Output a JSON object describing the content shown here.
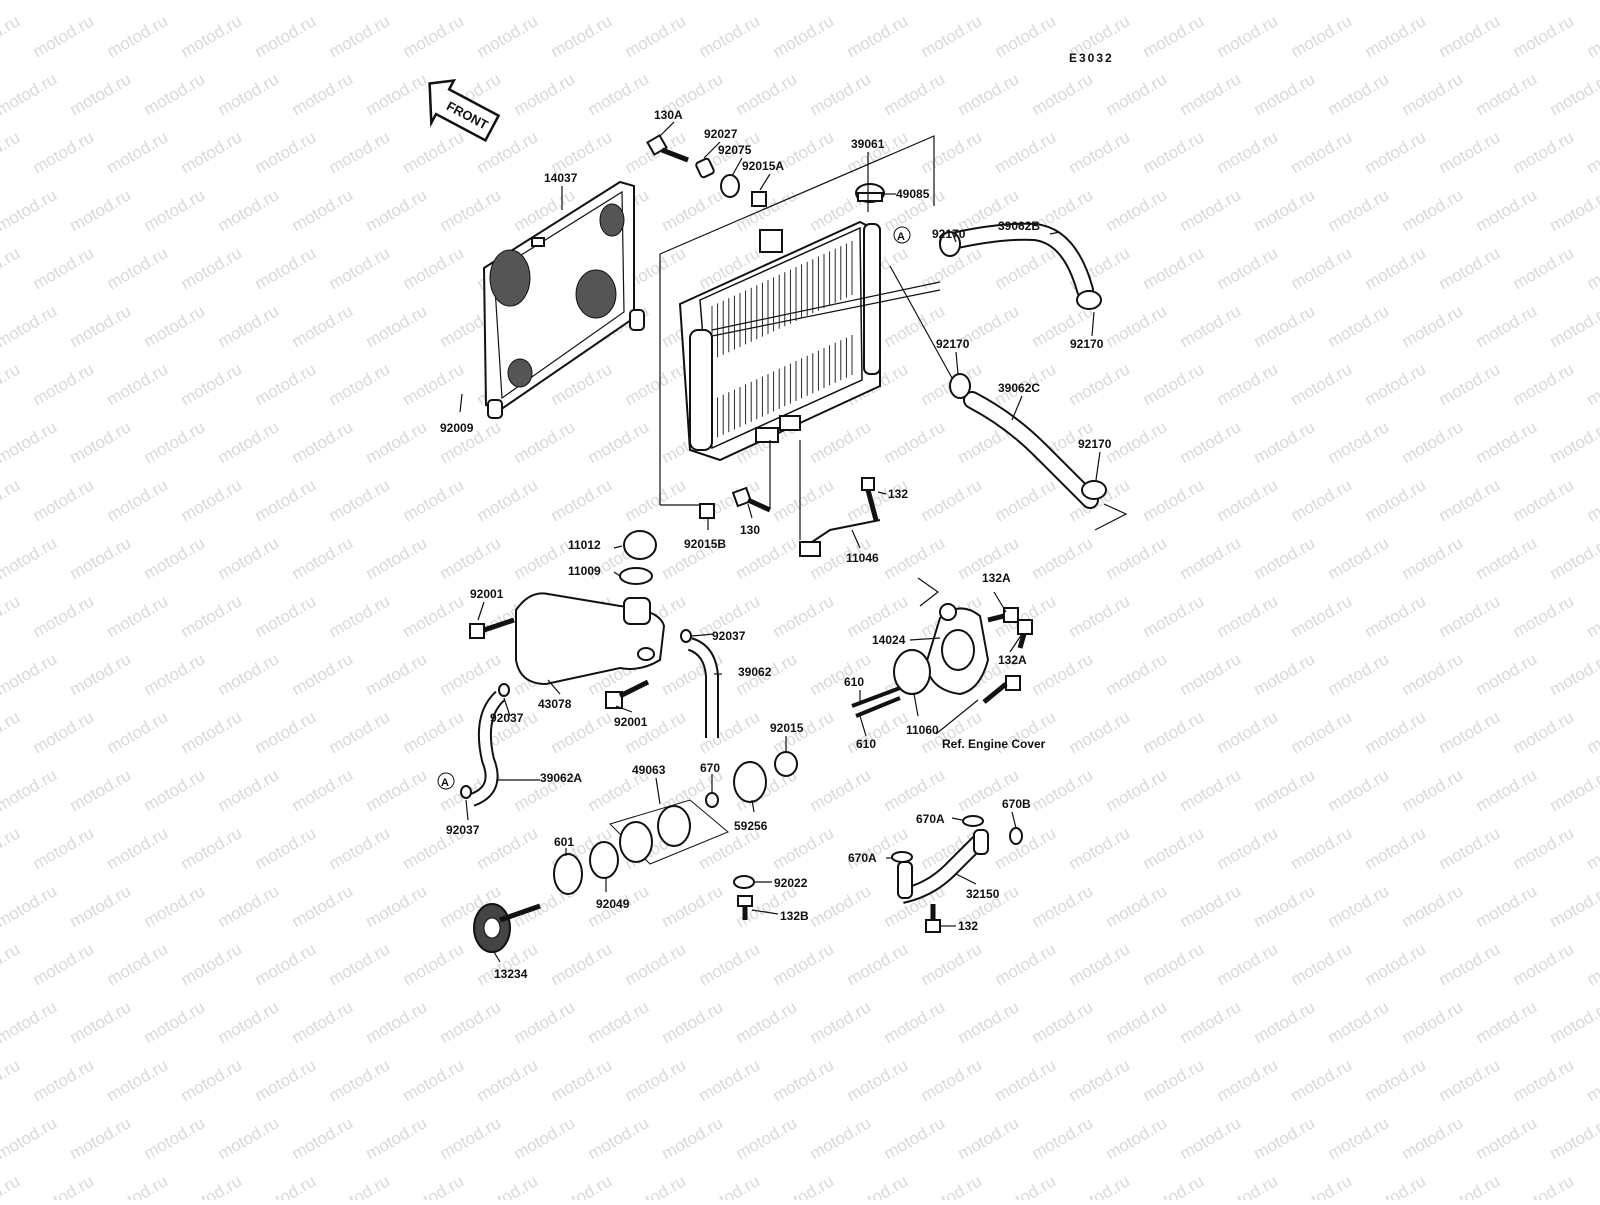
{
  "diagram": {
    "code": "E3032",
    "front_label": "FRONT",
    "watermark": "motod.ru",
    "ref_note": "Ref. Engine Cover",
    "circle_marker": "A"
  },
  "parts": [
    "130A",
    "92027",
    "92075",
    "92015A",
    "39061",
    "49085",
    "14037",
    "92170",
    "39062B",
    "92170",
    "92170",
    "39062C",
    "92170",
    "92009",
    "132",
    "130",
    "92015B",
    "11046",
    "11012",
    "11009",
    "92001",
    "92037",
    "39062",
    "43078",
    "92001",
    "92037",
    "39062A",
    "92037",
    "132A",
    "14024",
    "132A",
    "610",
    "610",
    "11060",
    "92015",
    "670",
    "49063",
    "59256",
    "601",
    "92049",
    "92022",
    "132B",
    "13234",
    "670A",
    "670B",
    "670A",
    "32150",
    "132"
  ]
}
